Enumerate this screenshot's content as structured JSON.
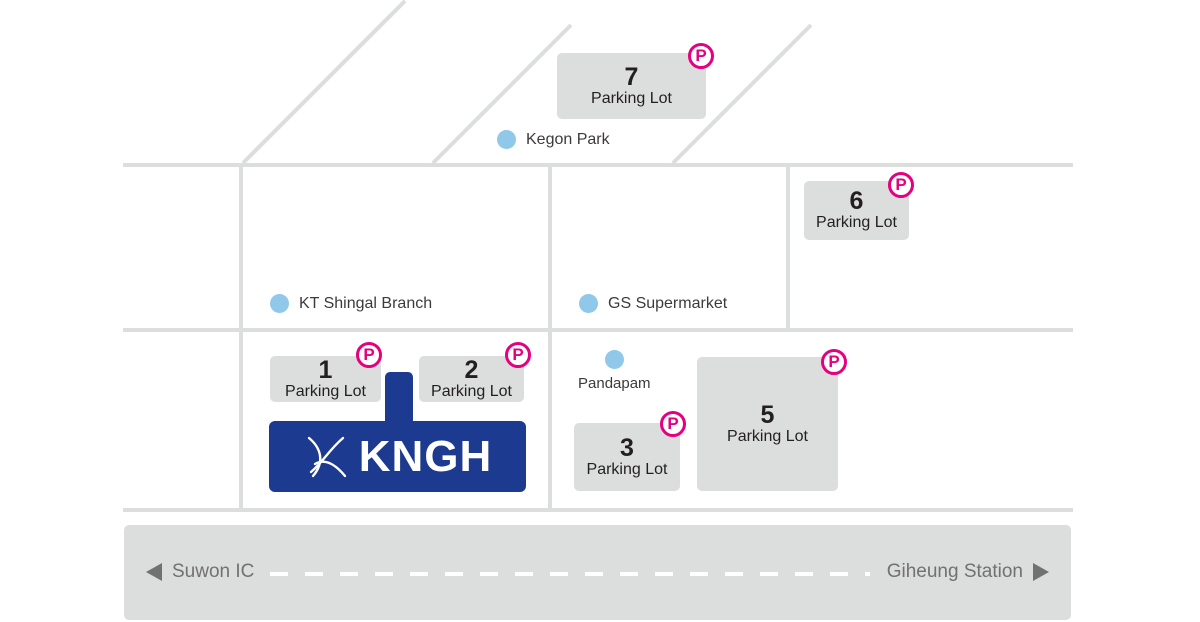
{
  "parking_symbol": "P",
  "lot_label": "Parking Lot",
  "lots": [
    {
      "number": "1",
      "label": "Parking Lot"
    },
    {
      "number": "2",
      "label": "Parking Lot"
    },
    {
      "number": "3",
      "label": "Parking Lot"
    },
    {
      "number": "5",
      "label": "Parking Lot"
    },
    {
      "number": "6",
      "label": "Parking Lot"
    },
    {
      "number": "7",
      "label": "Parking Lot"
    }
  ],
  "landmarks": {
    "kegon_park": "Kegon Park",
    "kt_shingal": "KT Shingal Branch",
    "gs_supermarket": "GS Supermarket",
    "pandapam": "Pandapam"
  },
  "hospital": {
    "name": "KNGH",
    "logo_icon": "kngh-logo-icon"
  },
  "highway": {
    "left": "Suwon IC",
    "right": "Giheung Station"
  },
  "colors": {
    "lot_fill": "#dcdddd",
    "parking_badge": "#e4007f",
    "hospital_fill": "#1c3a8f",
    "landmark_dot": "#8fc8e8",
    "road": "#dcdddd"
  }
}
